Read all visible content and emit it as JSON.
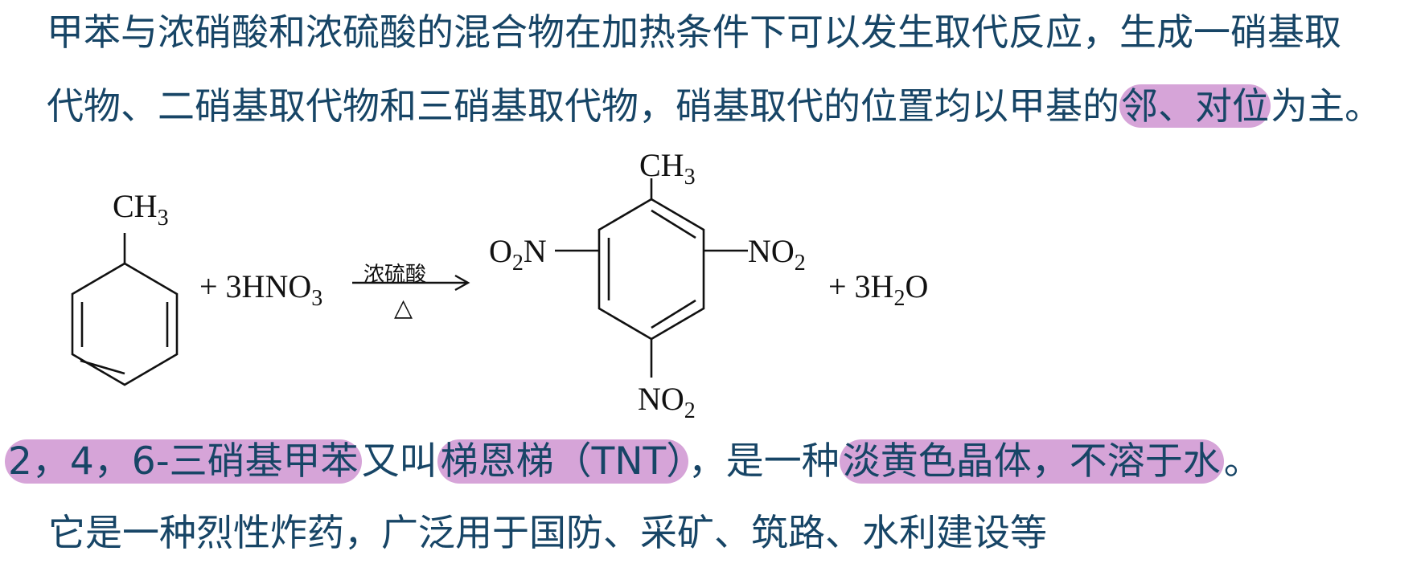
{
  "paragraph1": {
    "line1": "甲苯与浓硝酸和浓硫酸的混合物在加热条件下可以发生取代反应，生成一硝基取",
    "line2_pre": "代物、二硝基取代物和三硝基取代物，硝基取代的位置均以甲基的",
    "line2_hl": "邻、对位",
    "line2_post": "为主。"
  },
  "reaction": {
    "reactant_group": "CH",
    "reactant_group_sub": "3",
    "reagent_prefix": "+ 3HNO",
    "reagent_sub": "3",
    "condition_top": "浓硫酸",
    "condition_bottom": "△",
    "product_top_group": "CH",
    "product_top_sub": "3",
    "left_nitro_pre": "O",
    "left_nitro_sub": "2",
    "left_nitro_post": "N",
    "right_nitro": "NO",
    "right_nitro_sub": "2",
    "bottom_nitro": "NO",
    "bottom_nitro_sub": "2",
    "byproduct_prefix": "+ 3H",
    "byproduct_sub": "2",
    "byproduct_post": "O"
  },
  "paragraph2": {
    "hl1": "2，4，6-三硝基甲苯",
    "text1": "又叫",
    "hl2": "梯恩梯（TNT）",
    "text2": "，是一种",
    "hl3": "淡黄色晶体，不溶于水",
    "text3": "。"
  },
  "paragraph3": {
    "text": "它是一种烈性炸药，广泛用于国防、采矿、筑路、水利建设等"
  },
  "colors": {
    "text": "#174566",
    "highlight": "#d6a4d8",
    "structure": "#111111"
  }
}
